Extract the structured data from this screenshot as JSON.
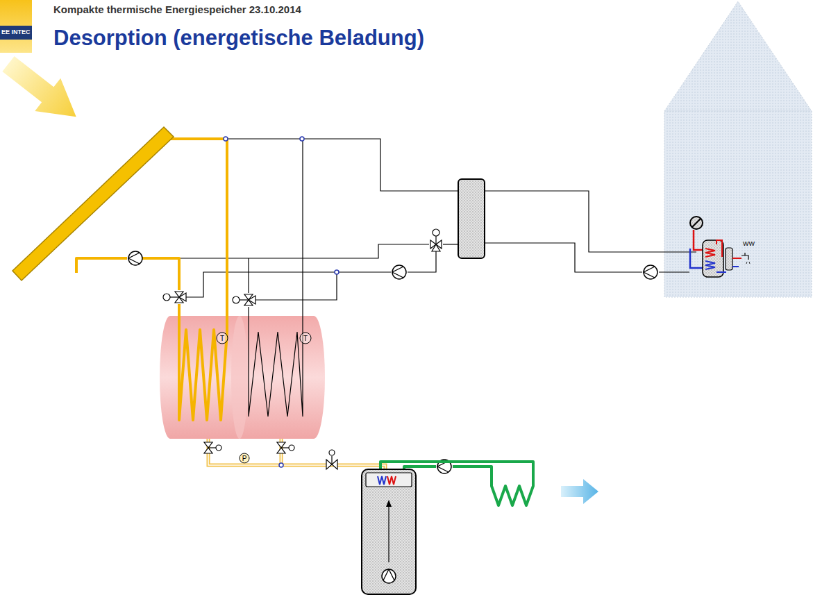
{
  "diagram": {
    "title": "Desorption (energetische Beladung)",
    "labels": [
      "Kompakte thermische Energiespeicher 23.10.2014",
      "EE INTEC",
      "T",
      "T",
      "P",
      "WW"
    ]
  }
}
